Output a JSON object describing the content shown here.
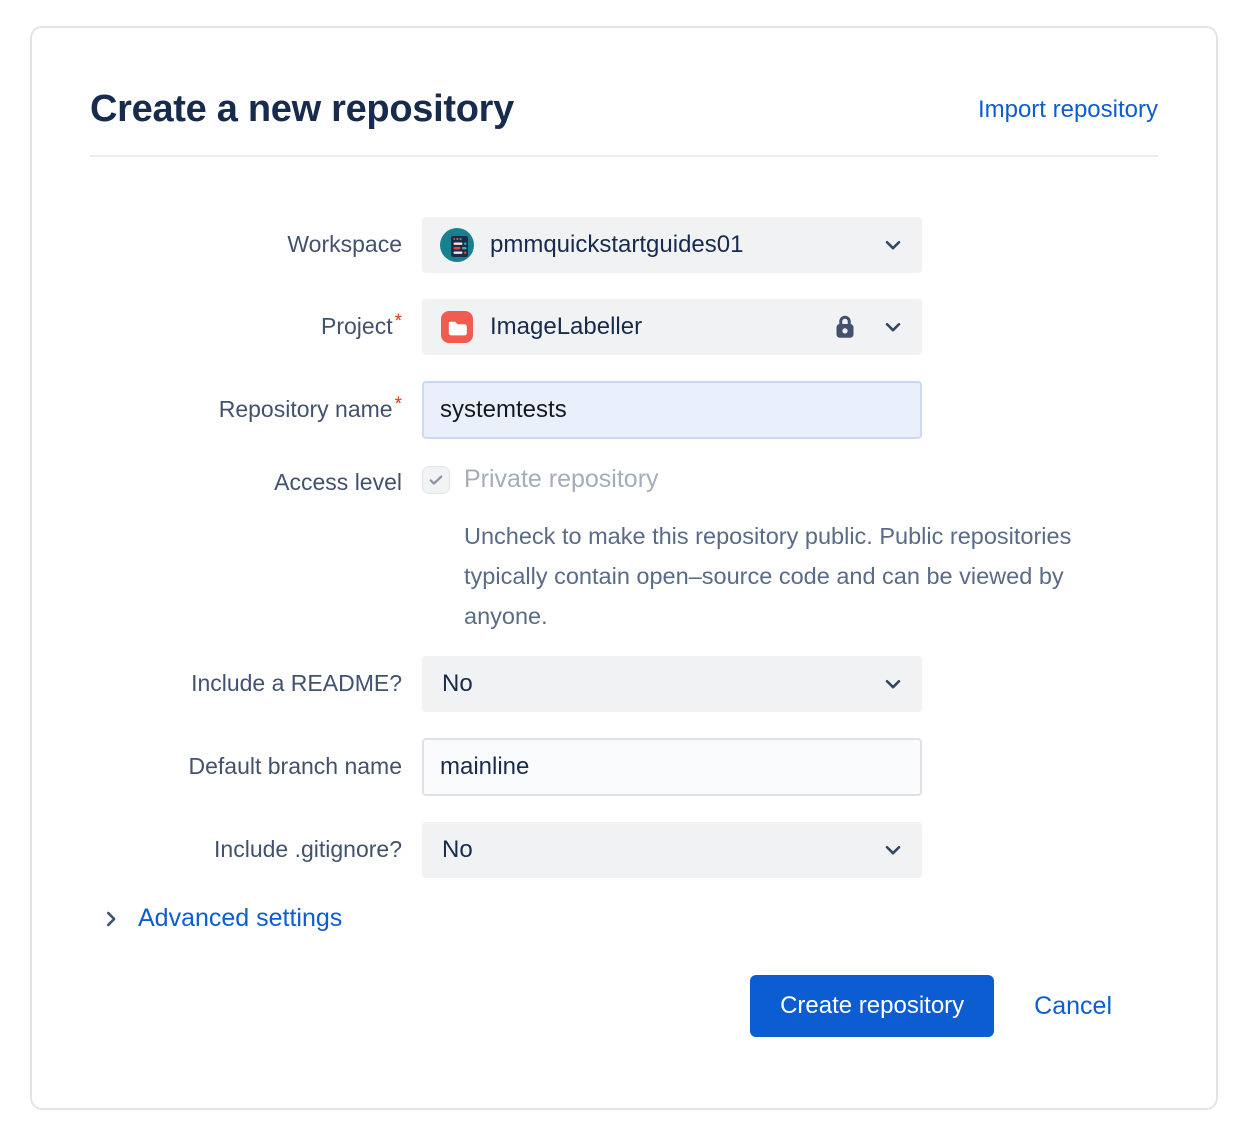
{
  "header": {
    "title": "Create a new repository",
    "import_link": "Import repository"
  },
  "required_marker": "*",
  "form": {
    "workspace": {
      "label": "Workspace",
      "value": "pmmquickstartguides01"
    },
    "project": {
      "label": "Project",
      "required": true,
      "value": "ImageLabeller"
    },
    "repository_name": {
      "label": "Repository name",
      "required": true,
      "value": "systemtests"
    },
    "access_level": {
      "label": "Access level",
      "checkbox_label": "Private repository",
      "checked": true,
      "disabled": true,
      "help_text": "Uncheck to make this repository public. Public repositories typically contain open–source code and can be viewed by anyone."
    },
    "include_readme": {
      "label": "Include a README?",
      "value": "No"
    },
    "default_branch": {
      "label": "Default branch name",
      "value": "mainline"
    },
    "include_gitignore": {
      "label": "Include .gitignore?",
      "value": "No"
    }
  },
  "advanced_settings": {
    "label": "Advanced settings"
  },
  "footer": {
    "create_label": "Create repository",
    "cancel_label": "Cancel"
  },
  "colors": {
    "accent_blue": "#0C5DD2",
    "title_navy": "#172B4D",
    "label_slate": "#42526E",
    "required_red": "#DE350B",
    "folder_red": "#F15B50",
    "avatar_teal": "#17818F",
    "field_gray": "#F1F2F4",
    "focused_input_fill": "#E9F0FC"
  }
}
